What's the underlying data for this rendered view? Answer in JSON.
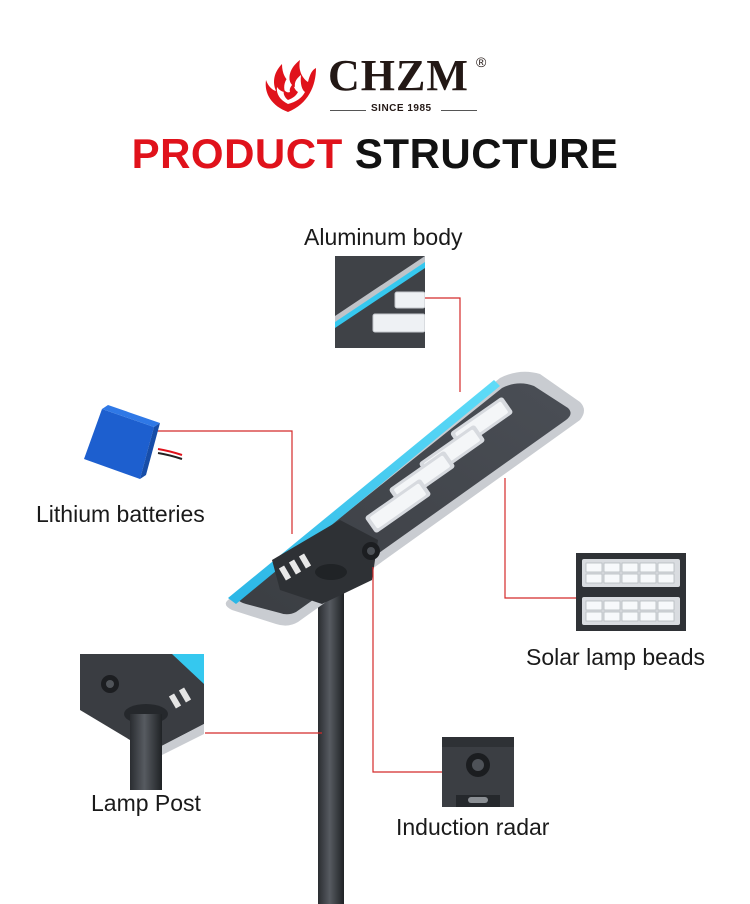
{
  "brand": {
    "name": "CHZM",
    "registered": "®",
    "since": "SINCE 1985",
    "color": "#e0121b"
  },
  "heading": {
    "part1": "PRODUCT",
    "part2": "STRUCTURE",
    "accent_color": "#e0121b"
  },
  "labels": {
    "aluminum_body": "Aluminum body",
    "lithium_batteries": "Lithium batteries",
    "solar_lamp_beads": "Solar lamp beads",
    "lamp_post": "Lamp Post",
    "induction_radar": "Induction radar"
  },
  "colors": {
    "callout_line": "#d42a2a",
    "lamp_body": "#3a3d42",
    "cyan_edge": "#35c8ef",
    "battery_blue": "#1d5fcf"
  }
}
